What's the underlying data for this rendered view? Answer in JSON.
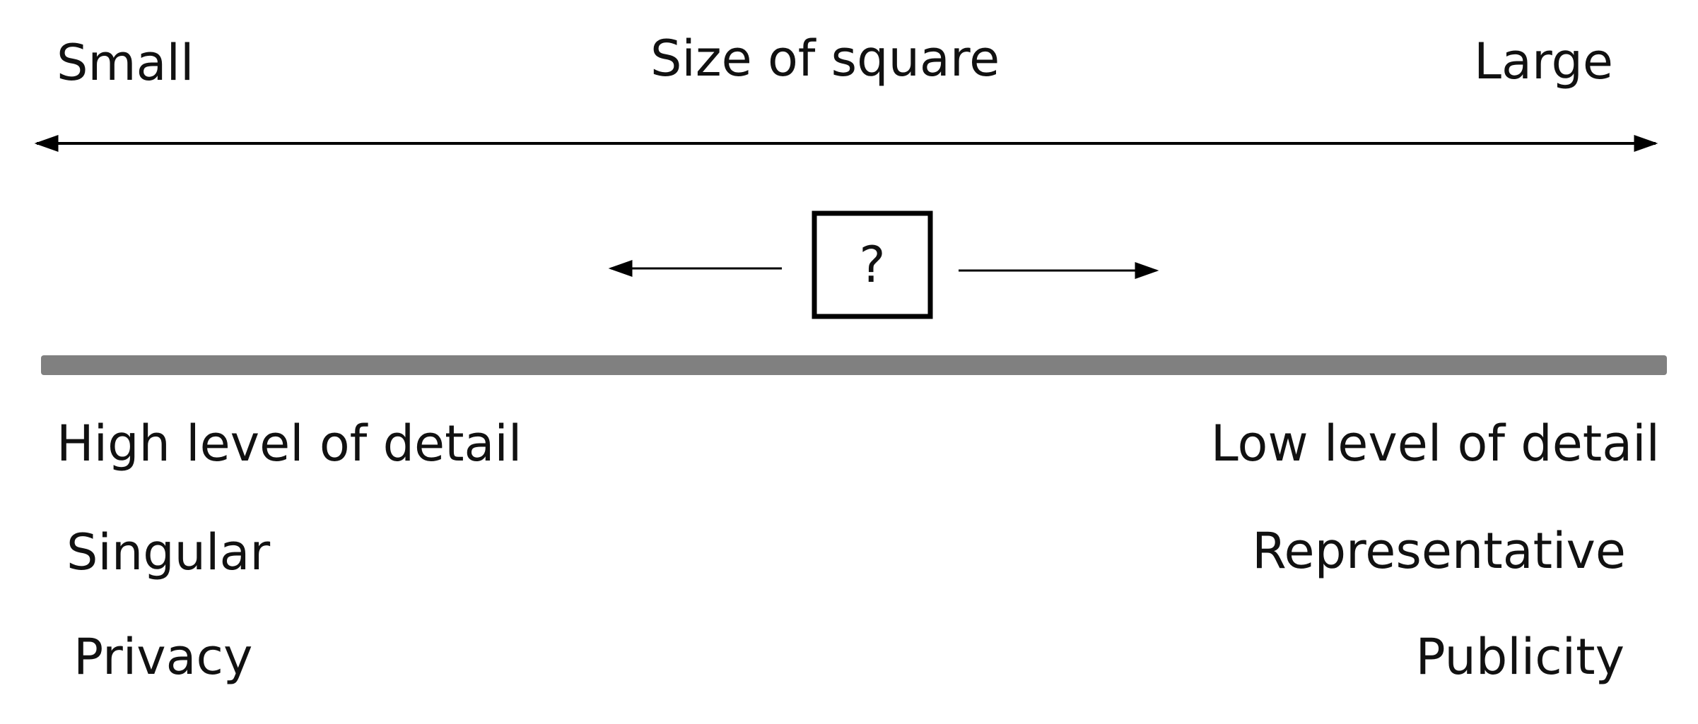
{
  "top_axis": {
    "left_label": "Small",
    "center_label": "Size of square",
    "right_label": "Large"
  },
  "square": {
    "symbol": "?"
  },
  "bar": {
    "color": "#808080"
  },
  "left_column": {
    "items": [
      "High level of detail",
      "Singular",
      "Privacy"
    ]
  },
  "right_column": {
    "items": [
      "Low level of detail",
      "Representative",
      "Publicity"
    ]
  },
  "colors": {
    "line": "#000000",
    "text": "#111111"
  }
}
